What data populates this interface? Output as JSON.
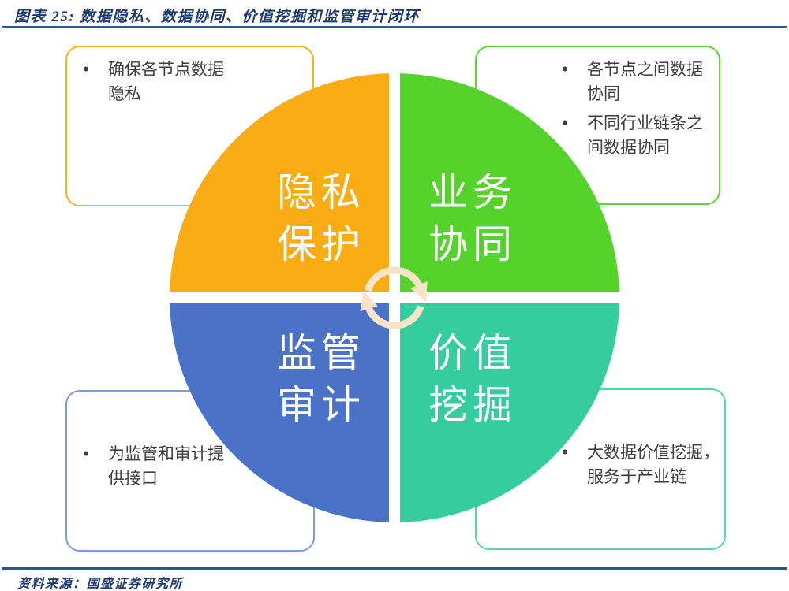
{
  "figure": {
    "title": "图表 25: 数据隐私、数据协同、价值挖掘和监管审计闭环",
    "source": "资料来源：国盛证券研究所"
  },
  "diagram": {
    "type": "four-quadrant-cycle",
    "center_icon": "cycle-arrows-icon",
    "quadrants": [
      {
        "name": "privacy-protection",
        "label_lines": [
          "隐私",
          "保护"
        ],
        "color": "#FAAC15",
        "callout": {
          "position": "top-left",
          "border_color": "#FBB01B",
          "bullets": [
            "确保各节点数据隐私"
          ]
        }
      },
      {
        "name": "business-collaboration",
        "label_lines": [
          "业务",
          "协同"
        ],
        "color": "#55D32B",
        "callout": {
          "position": "top-right",
          "border_color": "#5CD733",
          "bullets": [
            "各节点之间数据协同",
            "不同行业链条之间数据协同"
          ]
        }
      },
      {
        "name": "regulatory-audit",
        "label_lines": [
          "监管",
          "审计"
        ],
        "color": "#4A73C8",
        "callout": {
          "position": "bottom-left",
          "border_color": "#7F9BDA",
          "bullets": [
            "为监管和审计提供接口"
          ]
        }
      },
      {
        "name": "value-mining",
        "label_lines": [
          "价值",
          "挖掘"
        ],
        "color": "#36CD9E",
        "callout": {
          "position": "bottom-right",
          "border_color": "#55D7AD",
          "bullets": [
            "大数据价值挖掘，服务于产业链"
          ]
        }
      }
    ],
    "colors": {
      "title_text": "#1E3A6D",
      "rule": "#2B5596",
      "arrow": "#F7E3C8",
      "body_text": "#3D3D3D"
    }
  }
}
